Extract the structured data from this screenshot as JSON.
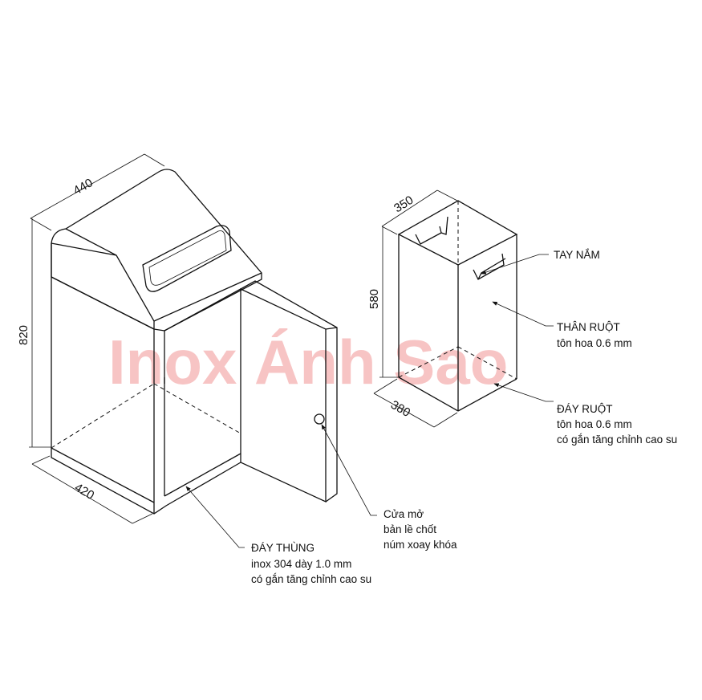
{
  "watermark": "Inox Ánh Sao",
  "bin": {
    "dims": {
      "width": "440",
      "height": "820",
      "depth": "420"
    },
    "door_label": [
      "Cửa mở",
      "bản lề chốt",
      "núm xoay khóa"
    ],
    "base_label": [
      "ĐÁY THÙNG",
      "inox 304 dày 1.0 mm",
      "có gắn tăng chỉnh cao su"
    ]
  },
  "liner": {
    "dims": {
      "width": "350",
      "height": "580",
      "depth": "380"
    },
    "handle_label": "TAY NẮM",
    "body_label": [
      "THÂN RUỘT",
      "tôn hoa 0.6 mm"
    ],
    "bottom_label": [
      "ĐÁY RUỘT",
      "tôn hoa 0.6 mm",
      "có gắn tăng chỉnh cao su"
    ]
  },
  "colors": {
    "line": "#111111",
    "watermark": "#f7c4c4"
  }
}
